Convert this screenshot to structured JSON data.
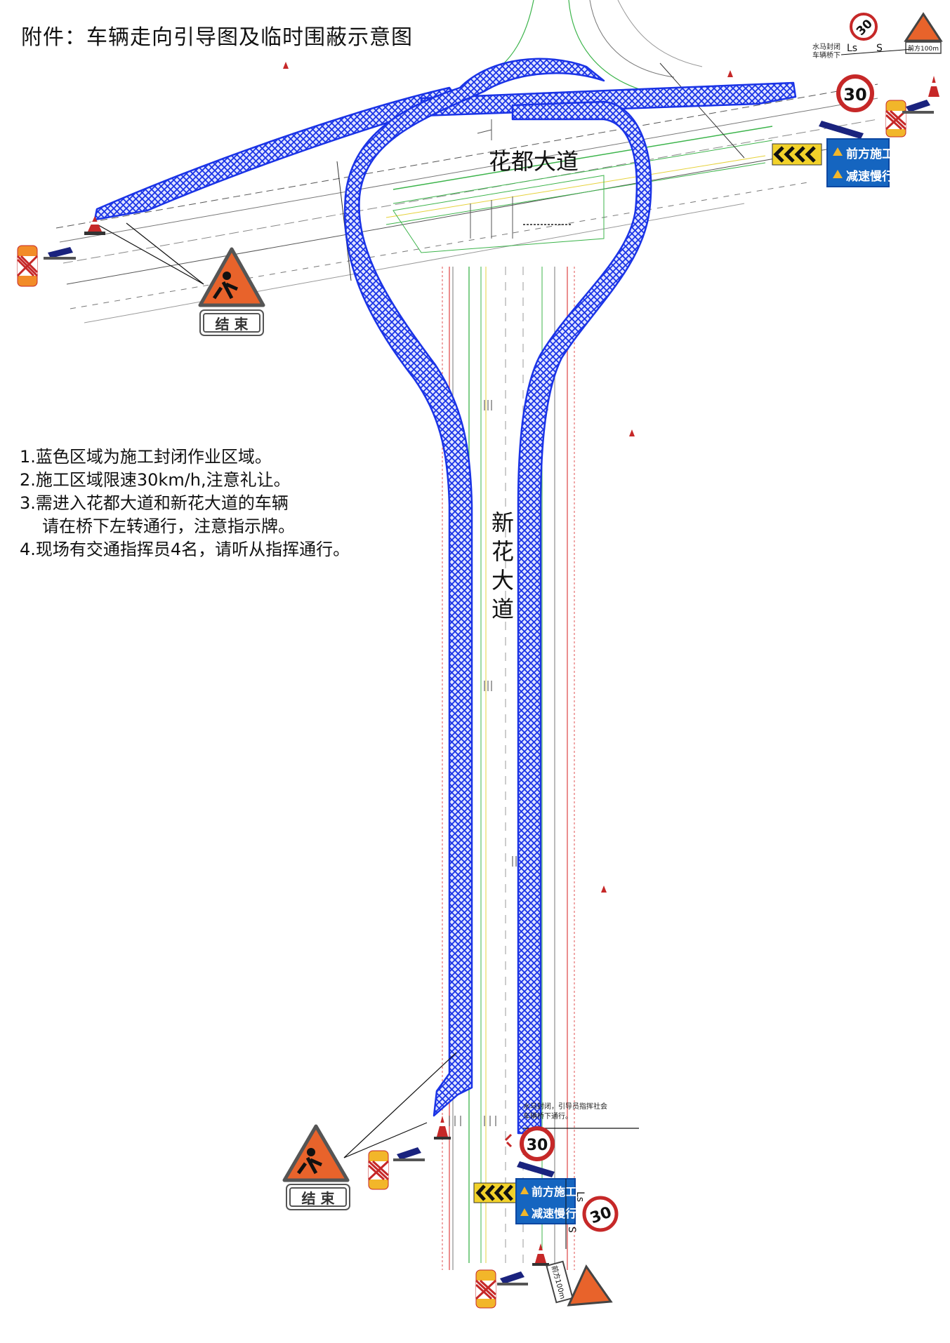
{
  "title": "附件：车辆走向引导图及临时围蔽示意图",
  "notes": [
    "1.蓝色区域为施工封闭作业区域。",
    "2.施工区域限速30km/h,注意礼让。",
    "3.需进入花都大道和新花大道的车辆",
    "请在桥下左转通行，注意指示牌。",
    "4.现场有交通指挥员4名，请听从指挥通行。"
  ],
  "roads": {
    "horizontal": "花都大道",
    "vertical": [
      "新",
      "花",
      "大",
      "道"
    ]
  },
  "signs": {
    "speed_limit": "30",
    "end_sign": "结 束",
    "info_board_line1": "前方施工",
    "info_board_line2": "减速慢行",
    "ahead_sign": "前方100m",
    "ls_label": "Ls",
    "s_label": "S"
  },
  "annotations": {
    "top_right_line1": "水马封闭",
    "top_right_line2": "车辆桥下",
    "bottom_line1": "水马封闭，引导员指挥社会",
    "bottom_line2": "车辆桥下通行。"
  },
  "colors": {
    "closure_zone": "#1a33e6",
    "road_line_red": "#e05050",
    "road_line_green": "#3cb44b",
    "sign_blue": "#1565c0",
    "sign_orange": "#e8632b"
  }
}
